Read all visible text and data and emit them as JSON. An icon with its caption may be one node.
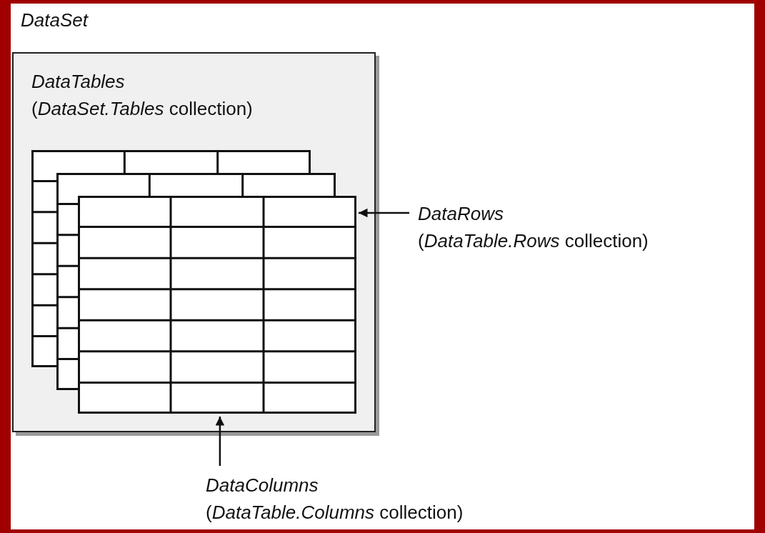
{
  "diagram": {
    "nodes": [
      {
        "text": [
          "DataSet"
        ]
      },
      {
        "text": [
          "DataTables",
          "(*DataSet.Tables* collection)"
        ],
        "in": 0
      },
      {
        "text": [],
        "shape": "table",
        "in": 0
      },
      {
        "text": [
          "DataRows",
          "(*DataTable.Rows* collection)"
        ]
      },
      {
        "text": [
          "DataColumns",
          "(*DataTable.Columns* collection)"
        ]
      }
    ],
    "edges": [
      {
        "from": 3,
        "to": 2,
        "arrow": "to"
      },
      {
        "from": 4,
        "to": 2,
        "arrow": "to"
      }
    ]
  }
}
